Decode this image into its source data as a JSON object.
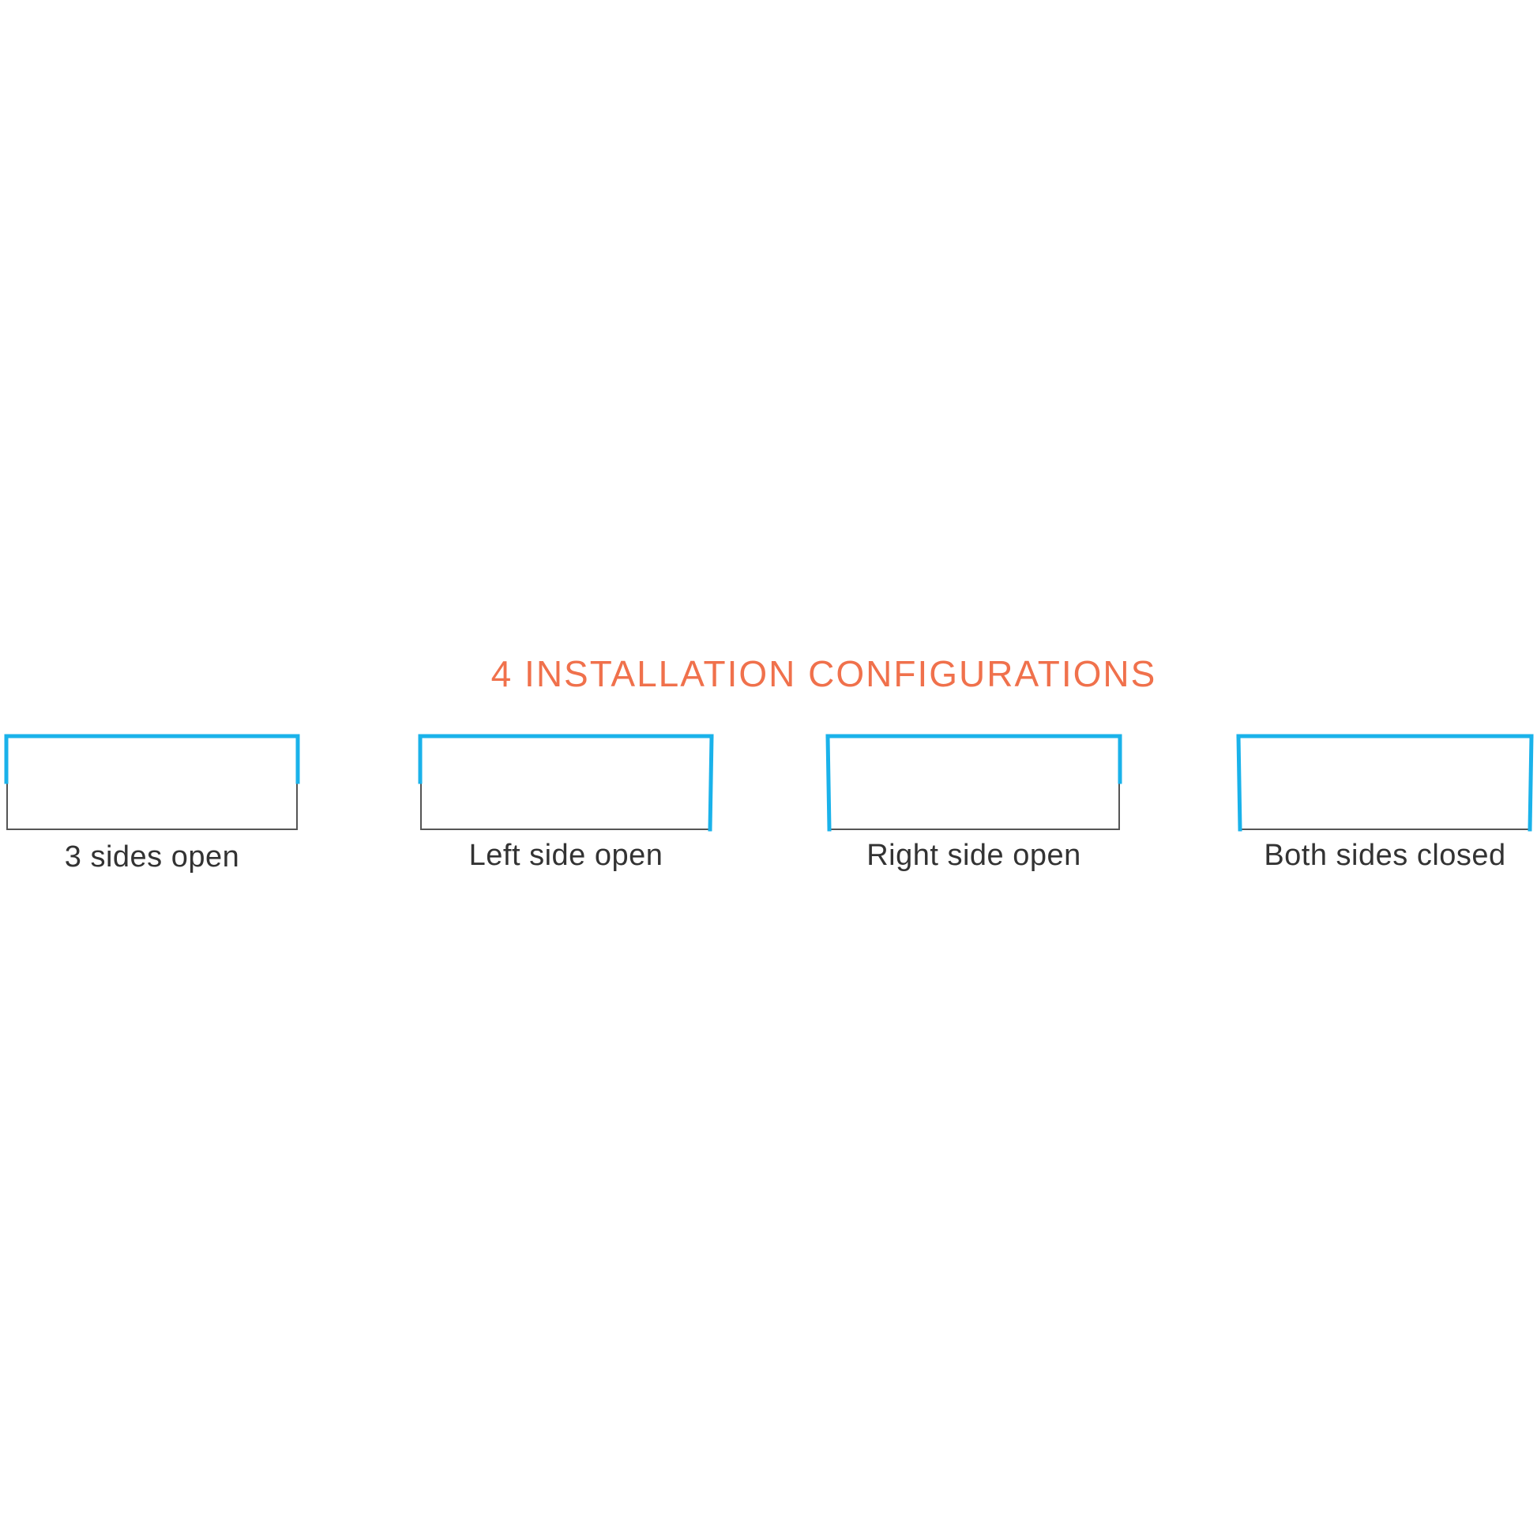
{
  "title": "4 INSTALLATION CONFIGURATIONS",
  "colors": {
    "title": "#f0714c",
    "covered_edge": "#1ab2ea",
    "open_edge": "#555555",
    "label": "#333333",
    "background": "#ffffff"
  },
  "configurations": [
    {
      "label": "3 sides open",
      "left_side": "open",
      "right_side": "open"
    },
    {
      "label": "Left side open",
      "left_side": "open",
      "right_side": "closed"
    },
    {
      "label": "Right side open",
      "left_side": "closed",
      "right_side": "open"
    },
    {
      "label": "Both sides closed",
      "left_side": "closed",
      "right_side": "closed"
    }
  ]
}
